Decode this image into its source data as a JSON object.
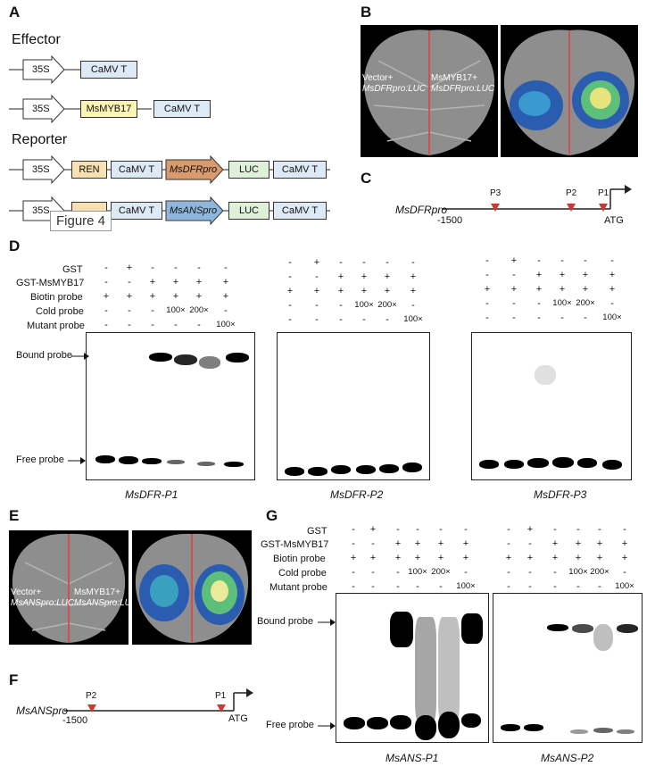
{
  "figure_label": "Figure 4",
  "panels": {
    "A": {
      "letter": "A",
      "effector_heading": "Effector",
      "reporter_heading": "Reporter",
      "promoter": "35S",
      "terminator": "CaMV T",
      "effector_gene": "MsMYB17",
      "ren": "REN",
      "dfr_promoter": "MsDFRpro",
      "ans_promoter": "MsANSpro",
      "luc": "LUC"
    },
    "B": {
      "letter": "B",
      "left_label_1": "Vector+",
      "left_label_2": "MsDFRpro:LUC",
      "right_label_1": "MsMYB17+",
      "right_label_2": "MsDFRpro:LUC"
    },
    "C": {
      "letter": "C",
      "gene": "MsDFRpro",
      "start": "-1500",
      "atg": "ATG",
      "sites": [
        "P3",
        "P2",
        "P1"
      ]
    },
    "D": {
      "letter": "D",
      "row_labels": [
        "GST",
        "GST-MsMYB17",
        "Biotin probe",
        "Cold probe",
        "Mutant probe"
      ],
      "rows": [
        [
          "-",
          "+",
          "-",
          "-",
          "-",
          "-"
        ],
        [
          "-",
          "-",
          "+",
          "+",
          "+",
          "+"
        ],
        [
          "+",
          "+",
          "+",
          "+",
          "+",
          "+"
        ],
        [
          "-",
          "-",
          "-",
          "100×",
          "200×",
          "-"
        ],
        [
          "-",
          "-",
          "-",
          "-",
          "-",
          "100×"
        ]
      ],
      "bound_label": "Bound probe",
      "free_label": "Free probe",
      "gels": [
        "MsDFR-P1",
        "MsDFR-P2",
        "MsDFR-P3"
      ]
    },
    "E": {
      "letter": "E",
      "left_label_1": "Vector+",
      "left_label_2": "MsANSpro:LUC",
      "right_label_1": "MsMYB17+",
      "right_label_2": "MsANSpro:LUC"
    },
    "F": {
      "letter": "F",
      "gene": "MsANSpro",
      "start": "-1500",
      "atg": "ATG",
      "sites": [
        "P2",
        "P1"
      ]
    },
    "G": {
      "letter": "G",
      "row_labels": [
        "GST",
        "GST-MsMYB17",
        "Biotin probe",
        "Cold probe",
        "Mutant probe"
      ],
      "bound_label": "Bound probe",
      "free_label": "Free probe",
      "gels": [
        "MsANS-P1",
        "MsANS-P2"
      ]
    }
  }
}
